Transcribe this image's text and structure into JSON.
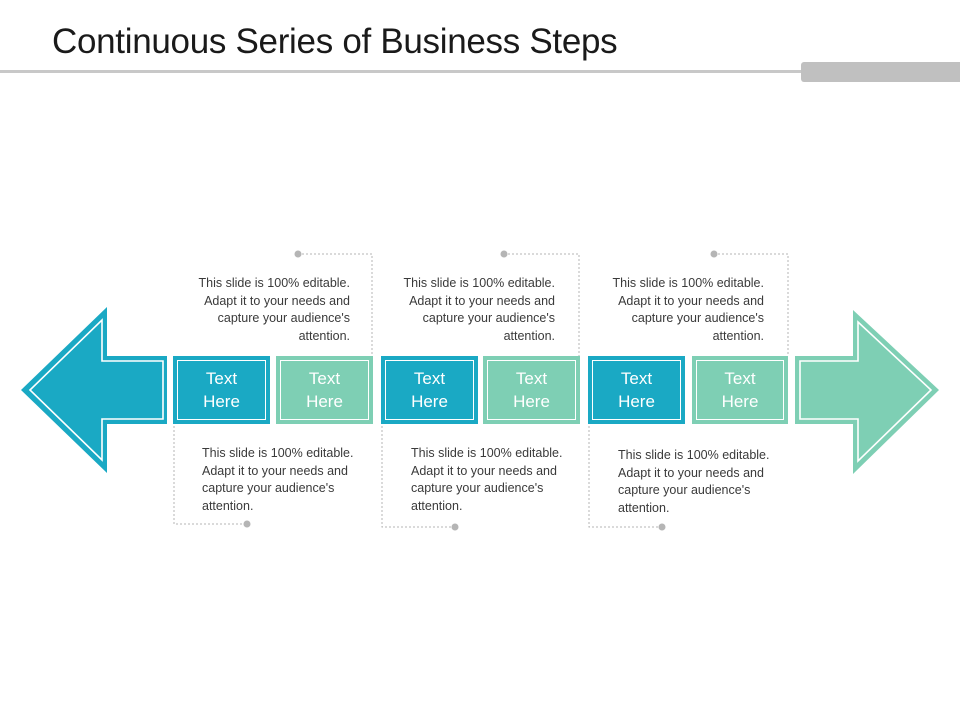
{
  "header": {
    "title": "Continuous Series of Business Steps"
  },
  "colors": {
    "teal": "#1aa9c4",
    "mint": "#7ecfb4",
    "connector": "#b5b5b5",
    "rule": "#c8c8c8"
  },
  "steps": [
    {
      "label": "Text\nHere",
      "color": "teal"
    },
    {
      "label": "Text\nHere",
      "color": "mint"
    },
    {
      "label": "Text\nHere",
      "color": "teal"
    },
    {
      "label": "Text\nHere",
      "color": "mint"
    },
    {
      "label": "Text\nHere",
      "color": "teal"
    },
    {
      "label": "Text\nHere",
      "color": "mint"
    }
  ],
  "notes_top": [
    "This slide is 100% editable. Adapt it to your needs and capture your audience's attention.",
    "This slide is 100% editable. Adapt it to your needs and capture your audience's attention.",
    "This slide is 100% editable. Adapt it to your needs and capture your audience's attention."
  ],
  "notes_bottom": [
    "This slide is 100% editable. Adapt it to your needs and capture your audience's attention.",
    "This slide is 100% editable. Adapt it to your needs and capture your audience's attention.",
    "This slide is 100% editable. Adapt it to your needs and capture your audience's attention."
  ],
  "arrows": {
    "left": {
      "direction": "left",
      "color": "teal"
    },
    "right": {
      "direction": "right",
      "color": "mint"
    }
  }
}
